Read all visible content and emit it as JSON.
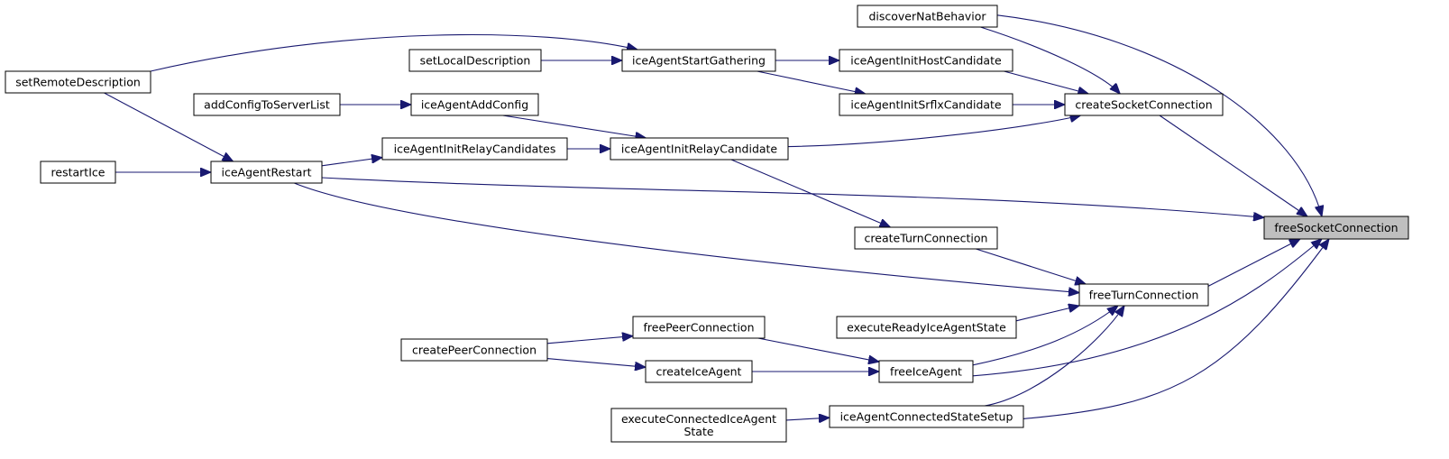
{
  "graph": {
    "edge_color": "#191970",
    "target_node": "freeSocketConnection",
    "target_fill": "#bfbfbf",
    "nodes": [
      {
        "id": "freeSocketConnection",
        "lines": [
          "freeSocketConnection"
        ]
      },
      {
        "id": "discoverNatBehavior",
        "lines": [
          "discoverNatBehavior"
        ]
      },
      {
        "id": "setLocalDescription",
        "lines": [
          "setLocalDescription"
        ]
      },
      {
        "id": "iceAgentStartGathering",
        "lines": [
          "iceAgentStartGathering"
        ]
      },
      {
        "id": "iceAgentInitHostCandidate",
        "lines": [
          "iceAgentInitHostCandidate"
        ]
      },
      {
        "id": "setRemoteDescription",
        "lines": [
          "setRemoteDescription"
        ]
      },
      {
        "id": "addConfigToServerList",
        "lines": [
          "addConfigToServerList"
        ]
      },
      {
        "id": "iceAgentAddConfig",
        "lines": [
          "iceAgentAddConfig"
        ]
      },
      {
        "id": "iceAgentInitSrflxCandidate",
        "lines": [
          "iceAgentInitSrflxCandidate"
        ]
      },
      {
        "id": "createSocketConnection",
        "lines": [
          "createSocketConnection"
        ]
      },
      {
        "id": "iceAgentInitRelayCandidates",
        "lines": [
          "iceAgentInitRelayCandidates"
        ]
      },
      {
        "id": "iceAgentInitRelayCandidate",
        "lines": [
          "iceAgentInitRelayCandidate"
        ]
      },
      {
        "id": "restartIce",
        "lines": [
          "restartIce"
        ]
      },
      {
        "id": "iceAgentRestart",
        "lines": [
          "iceAgentRestart"
        ]
      },
      {
        "id": "createTurnConnection",
        "lines": [
          "createTurnConnection"
        ]
      },
      {
        "id": "freeTurnConnection",
        "lines": [
          "freeTurnConnection"
        ]
      },
      {
        "id": "executeReadyIceAgentState",
        "lines": [
          "executeReadyIceAgentState"
        ]
      },
      {
        "id": "freePeerConnection",
        "lines": [
          "freePeerConnection"
        ]
      },
      {
        "id": "createPeerConnection",
        "lines": [
          "createPeerConnection"
        ]
      },
      {
        "id": "createIceAgent",
        "lines": [
          "createIceAgent"
        ]
      },
      {
        "id": "freeIceAgent",
        "lines": [
          "freeIceAgent"
        ]
      },
      {
        "id": "executeConnectedIceAgentState",
        "lines": [
          "executeConnectedIceAgent",
          "State"
        ]
      },
      {
        "id": "iceAgentConnectedStateSetup",
        "lines": [
          "iceAgentConnectedStateSetup"
        ]
      }
    ],
    "edges": [
      {
        "from": "discoverNatBehavior",
        "to": "createSocketConnection"
      },
      {
        "from": "discoverNatBehavior",
        "to": "freeSocketConnection"
      },
      {
        "from": "setLocalDescription",
        "to": "iceAgentStartGathering"
      },
      {
        "from": "setRemoteDescription",
        "to": "iceAgentStartGathering"
      },
      {
        "from": "setRemoteDescription",
        "to": "iceAgentRestart"
      },
      {
        "from": "iceAgentStartGathering",
        "to": "iceAgentInitHostCandidate"
      },
      {
        "from": "iceAgentStartGathering",
        "to": "iceAgentInitSrflxCandidate"
      },
      {
        "from": "iceAgentInitHostCandidate",
        "to": "createSocketConnection"
      },
      {
        "from": "iceAgentInitSrflxCandidate",
        "to": "createSocketConnection"
      },
      {
        "from": "addConfigToServerList",
        "to": "iceAgentAddConfig"
      },
      {
        "from": "iceAgentAddConfig",
        "to": "iceAgentInitRelayCandidate"
      },
      {
        "from": "iceAgentInitRelayCandidates",
        "to": "iceAgentInitRelayCandidate"
      },
      {
        "from": "iceAgentInitRelayCandidate",
        "to": "createSocketConnection"
      },
      {
        "from": "iceAgentInitRelayCandidate",
        "to": "createTurnConnection"
      },
      {
        "from": "createSocketConnection",
        "to": "freeSocketConnection"
      },
      {
        "from": "restartIce",
        "to": "iceAgentRestart"
      },
      {
        "from": "iceAgentRestart",
        "to": "iceAgentInitRelayCandidates"
      },
      {
        "from": "iceAgentRestart",
        "to": "freeSocketConnection"
      },
      {
        "from": "iceAgentRestart",
        "to": "freeTurnConnection"
      },
      {
        "from": "createTurnConnection",
        "to": "freeTurnConnection"
      },
      {
        "from": "executeReadyIceAgentState",
        "to": "freeTurnConnection"
      },
      {
        "from": "freeTurnConnection",
        "to": "freeSocketConnection"
      },
      {
        "from": "createPeerConnection",
        "to": "freePeerConnection"
      },
      {
        "from": "createPeerConnection",
        "to": "createIceAgent"
      },
      {
        "from": "freePeerConnection",
        "to": "freeIceAgent"
      },
      {
        "from": "createIceAgent",
        "to": "freeIceAgent"
      },
      {
        "from": "freeIceAgent",
        "to": "freeTurnConnection"
      },
      {
        "from": "freeIceAgent",
        "to": "freeSocketConnection"
      },
      {
        "from": "executeConnectedIceAgentState",
        "to": "iceAgentConnectedStateSetup"
      },
      {
        "from": "iceAgentConnectedStateSetup",
        "to": "freeTurnConnection"
      },
      {
        "from": "iceAgentConnectedStateSetup",
        "to": "freeSocketConnection"
      }
    ]
  }
}
